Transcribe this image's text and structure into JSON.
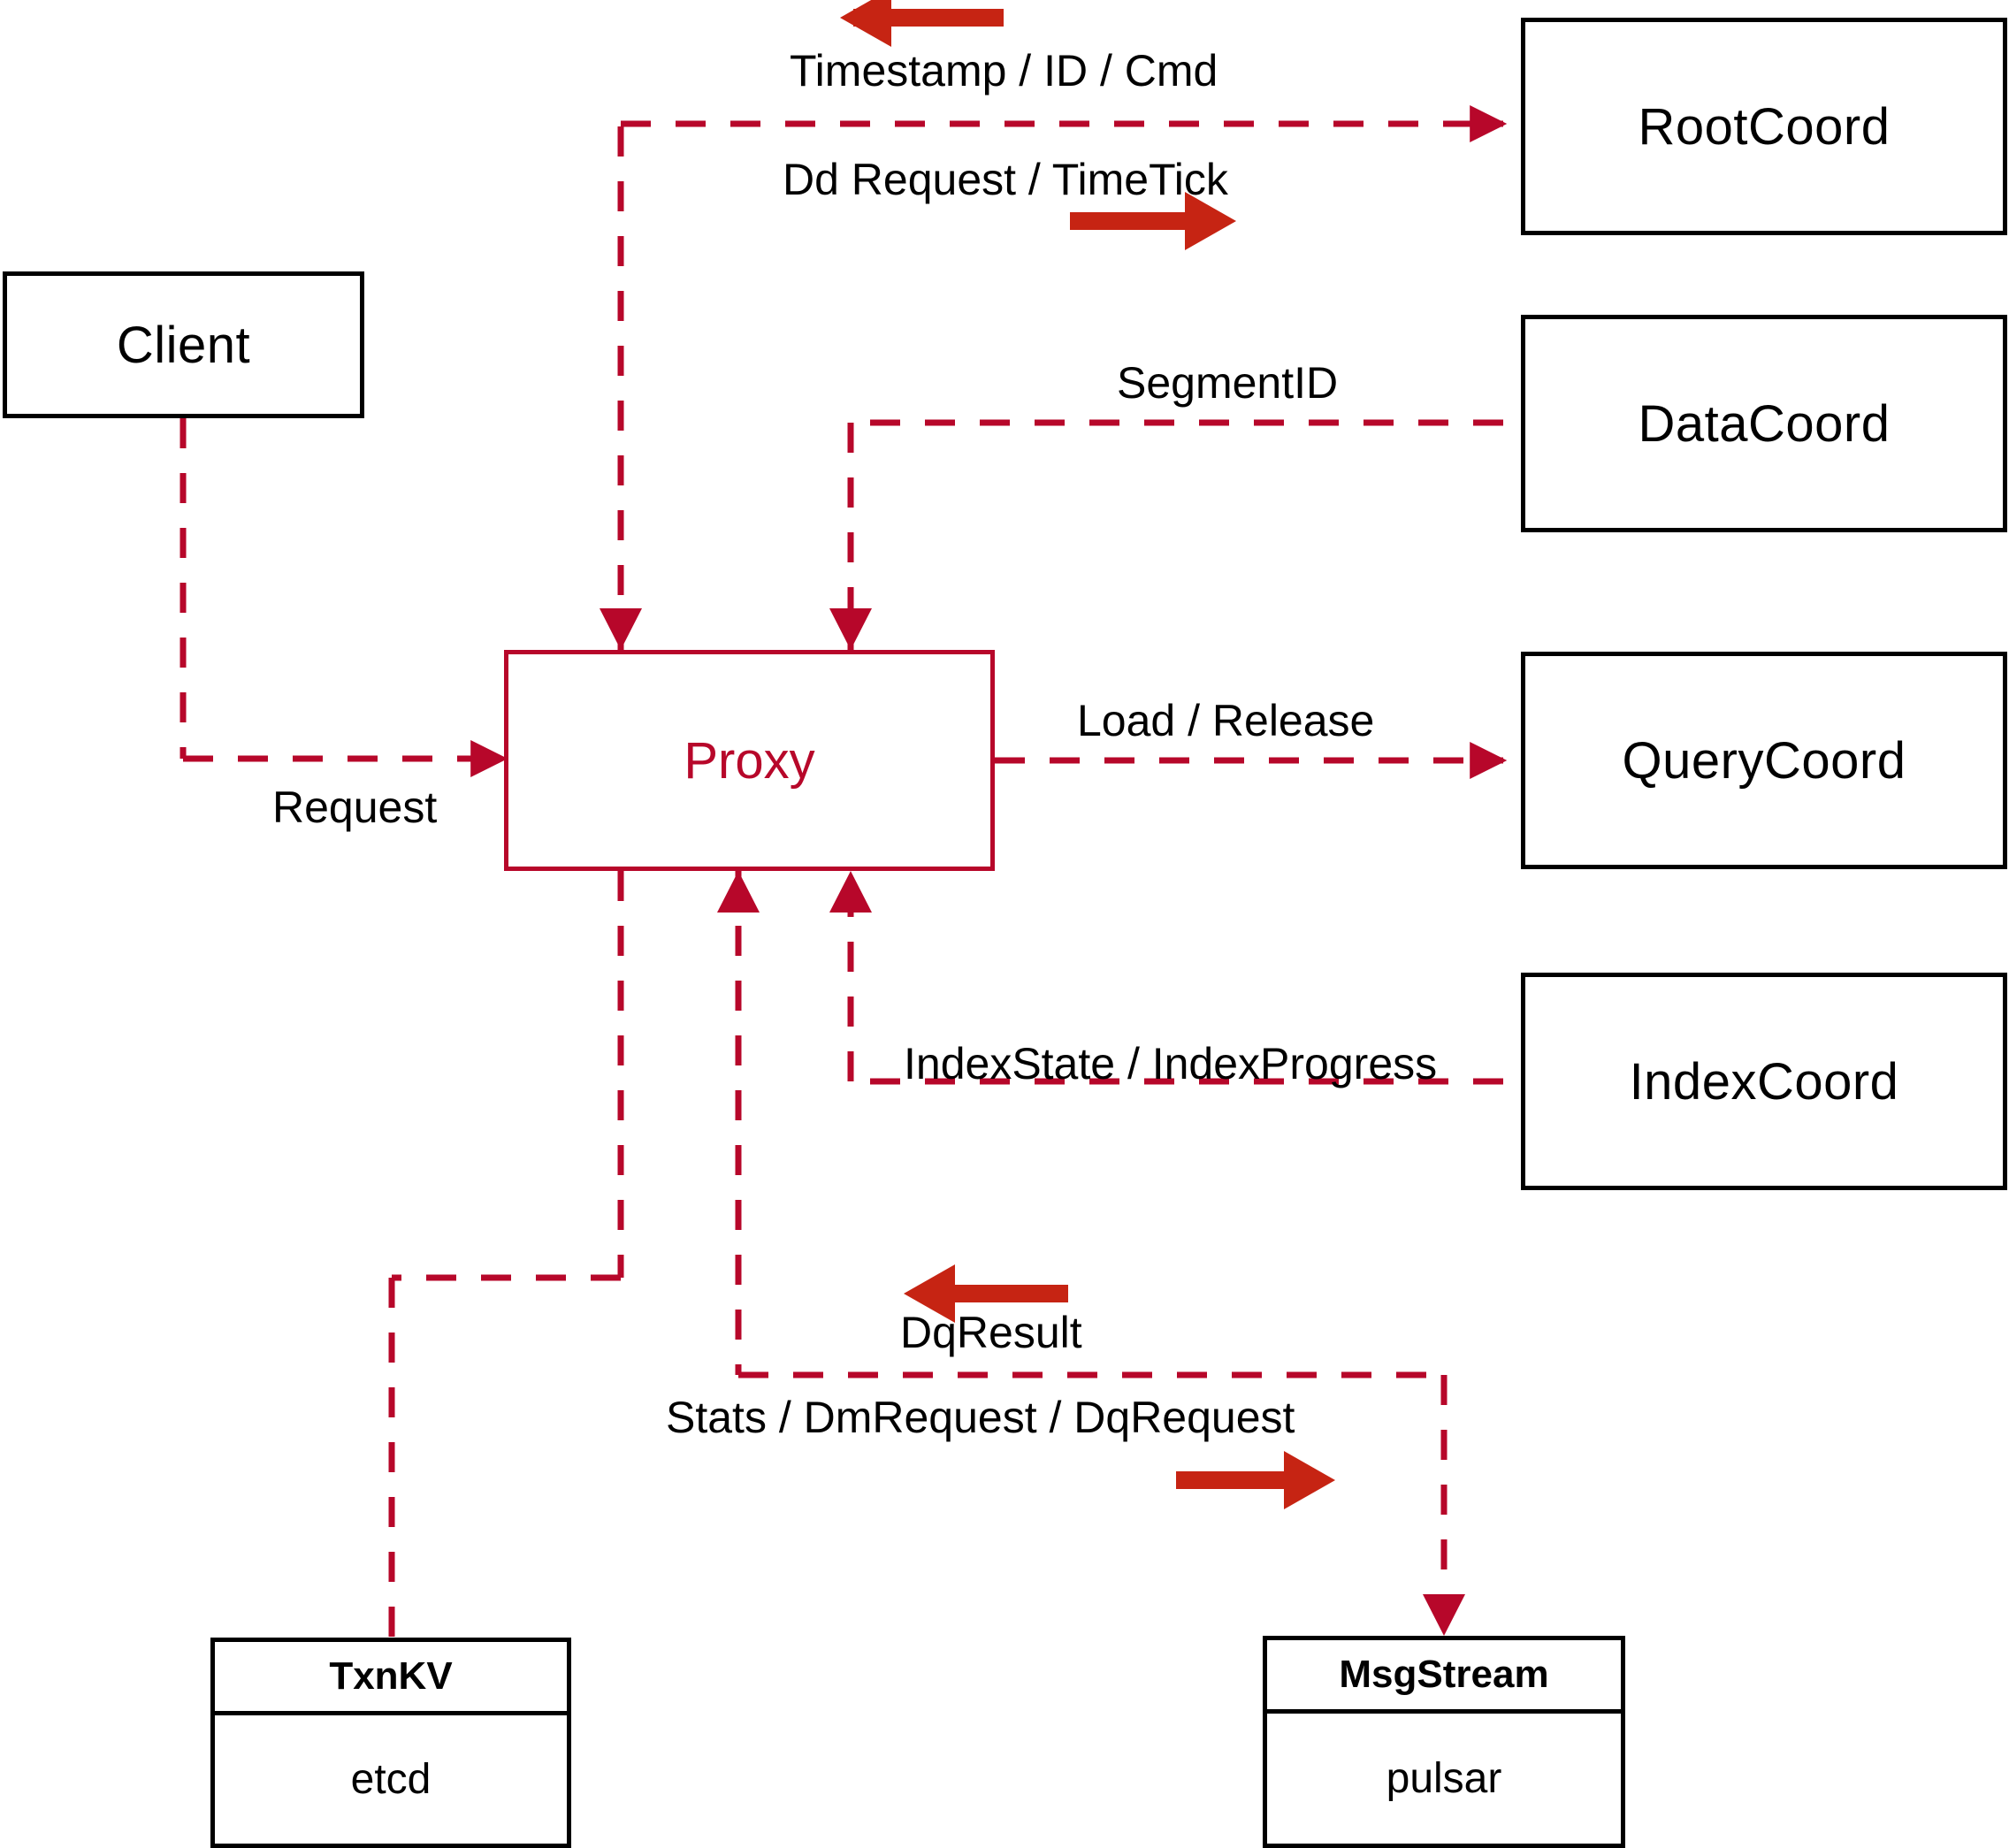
{
  "diagram": {
    "title": "Milvus Proxy interaction diagram",
    "colors": {
      "dashed_edge": "#B7072A",
      "solid_arrow": "#C62413",
      "node_border": "#000000",
      "proxy_border": "#B7072A",
      "proxy_text": "#B7072A",
      "background": "#FFFFFF"
    },
    "nodes": [
      {
        "id": "client",
        "label": "Client",
        "style": "black-box"
      },
      {
        "id": "proxy",
        "label": "Proxy",
        "style": "proxy-box"
      },
      {
        "id": "rootcoord",
        "label": "RootCoord",
        "style": "black-box"
      },
      {
        "id": "datacoord",
        "label": "DataCoord",
        "style": "black-box"
      },
      {
        "id": "querycoord",
        "label": "QueryCoord",
        "style": "black-box"
      },
      {
        "id": "indexcoord",
        "label": "IndexCoord",
        "style": "black-box"
      }
    ],
    "stores": [
      {
        "id": "txnkv",
        "title": "TxnKV",
        "body": "etcd"
      },
      {
        "id": "msgstream",
        "title": "MsgStream",
        "body": "pulsar"
      }
    ],
    "edge_labels": [
      {
        "id": "timestamp-id-cmd",
        "text": "Timestamp / ID / Cmd",
        "direction": "left"
      },
      {
        "id": "dd-request-timetick",
        "text": "Dd Request / TimeTick",
        "direction": "right"
      },
      {
        "id": "segmentid",
        "text": "SegmentID",
        "direction": "left"
      },
      {
        "id": "load-release",
        "text": "Load / Release",
        "direction": "right"
      },
      {
        "id": "indexstate-indexprogress",
        "text": "IndexState / IndexProgress",
        "direction": "left"
      },
      {
        "id": "request",
        "text": "Request",
        "direction": "right"
      },
      {
        "id": "dqresult",
        "text": "DqResult",
        "direction": "left"
      },
      {
        "id": "stats-dmrequest-dqrequest",
        "text": "Stats / DmRequest / DqRequest",
        "direction": "right"
      }
    ]
  }
}
